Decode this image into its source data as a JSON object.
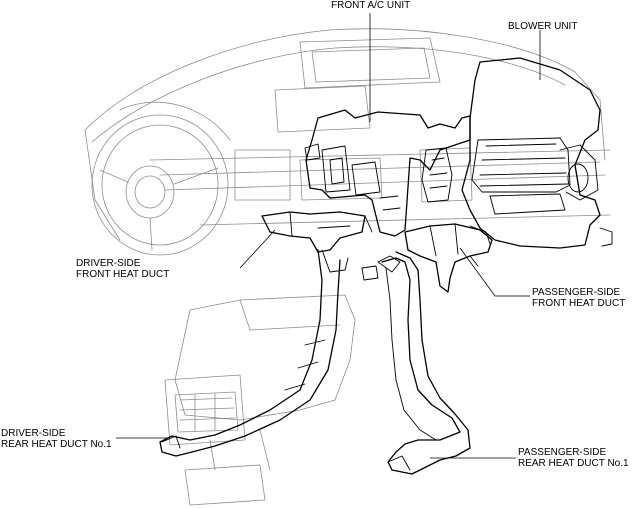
{
  "labels": {
    "front_ac_unit": "FRONT A/C UNIT",
    "blower_unit": "BLOWER UNIT",
    "driver_front_heat_duct": [
      "DRIVER-SIDE",
      "FRONT HEAT DUCT"
    ],
    "passenger_front_heat_duct": [
      "PASSENGER-SIDE",
      "FRONT HEAT DUCT"
    ],
    "driver_rear_heat_duct": [
      "DRIVER-SIDE",
      "REAR HEAT DUCT No.1"
    ],
    "passenger_rear_heat_duct": [
      "PASSENGER-SIDE",
      "REAR HEAT DUCT No.1"
    ]
  }
}
